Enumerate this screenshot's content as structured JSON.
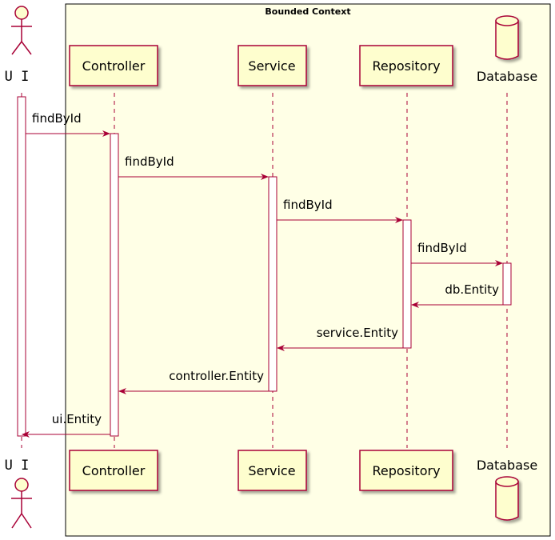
{
  "boundary": {
    "title": "Bounded Context"
  },
  "participants": {
    "ui": "U I",
    "controller": "Controller",
    "service": "Service",
    "repository": "Repository",
    "database": "Database"
  },
  "messages": [
    {
      "label": "findById"
    },
    {
      "label": "findById"
    },
    {
      "label": "findById"
    },
    {
      "label": "findById"
    },
    {
      "label": "db.Entity"
    },
    {
      "label": "service.Entity"
    },
    {
      "label": "controller.Entity"
    },
    {
      "label": "ui.Entity"
    }
  ],
  "colors": {
    "background": "#FEFECE",
    "boundary_fill": "#FFFFE6",
    "line": "#A80036",
    "lifeline_dash": "#A80036",
    "text": "#000000"
  }
}
